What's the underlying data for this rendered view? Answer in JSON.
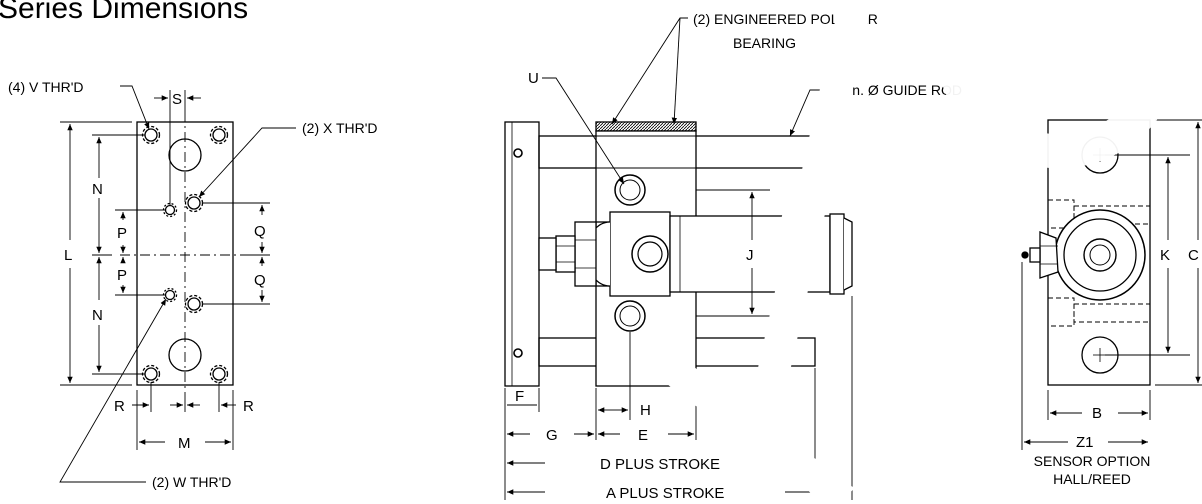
{
  "title": "Series Dimensions",
  "left_view": {
    "callout_v": "(4) V THR'D",
    "callout_x": "(2) X THR'D",
    "callout_w": "(2) W THR'D",
    "dim_s": "S",
    "dim_n_top": "N",
    "dim_n_bottom": "N",
    "dim_p_top": "P",
    "dim_p_bottom": "P",
    "dim_q_top": "Q",
    "dim_q_bottom": "Q",
    "dim_l": "L",
    "dim_r_left": "R",
    "dim_r_right": "R",
    "dim_m": "M"
  },
  "middle_view": {
    "callout_bearing_1": "(2) ENGINEERED POLYMER",
    "callout_bearing_2": "BEARING",
    "callout_guide_rod": "T in. Ø  GUIDE ROD",
    "dim_u": "U",
    "dim_j": "J",
    "dim_f": "F",
    "dim_h": "H",
    "dim_g": "G",
    "dim_e": "E",
    "dim_d": "D PLUS STROKE",
    "dim_a": "A PLUS STROKE"
  },
  "right_view": {
    "dim_k": "K",
    "dim_c": "C",
    "dim_b": "B",
    "dim_z1": "Z1",
    "sensor_1": "SENSOR OPTION",
    "sensor_2": "HALL/REED"
  },
  "watermark": {
    "color_stroke": "#000000",
    "color_line": "#999999",
    "color_fill": "#ffffff"
  }
}
